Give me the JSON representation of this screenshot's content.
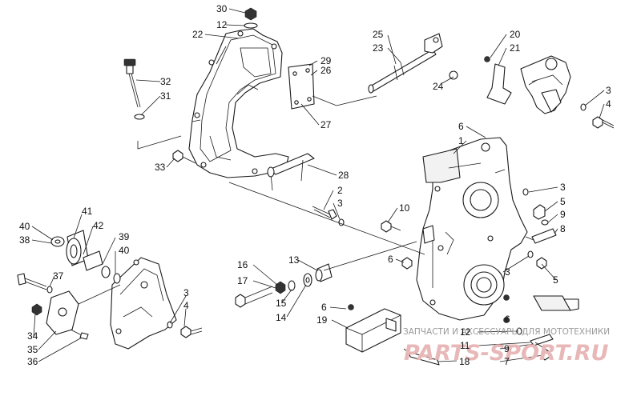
{
  "diagram": {
    "type": "exploded-parts-diagram",
    "callouts": [
      "1",
      "2",
      "3",
      "4",
      "5",
      "6",
      "7",
      "8",
      "9",
      "10",
      "11",
      "12",
      "13",
      "14",
      "15",
      "16",
      "17",
      "18",
      "19",
      "20",
      "21",
      "22",
      "23",
      "24",
      "25",
      "26",
      "27",
      "28",
      "29",
      "30",
      "31",
      "32",
      "33",
      "34",
      "35",
      "36",
      "37",
      "38",
      "39",
      "40",
      "41",
      "42"
    ],
    "watermark": {
      "line1": "ЗАПЧАСТИ И АКСЕССУАРЫ ДЛЯ МОТОТЕХНИКИ",
      "logo": "PARTS-SPORT.RU"
    }
  }
}
